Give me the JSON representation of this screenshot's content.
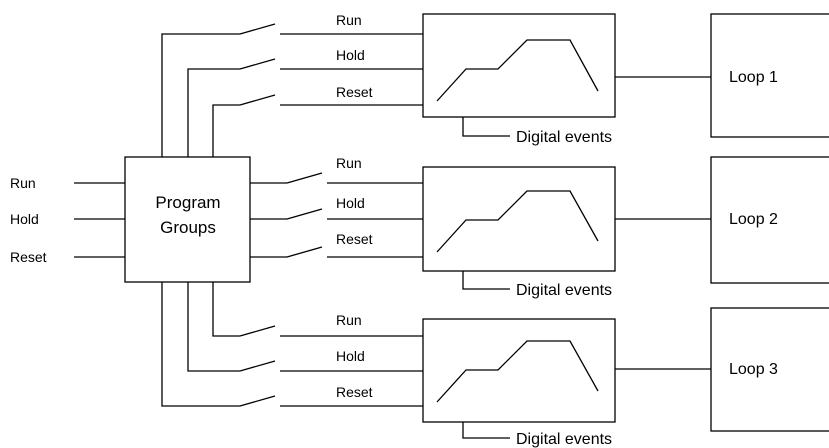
{
  "inputs": [
    "Run",
    "Hold",
    "Reset"
  ],
  "program_groups_lines": [
    "Program",
    "Groups"
  ],
  "channels": [
    {
      "signals": [
        "Run",
        "Hold",
        "Reset"
      ],
      "events_label": "Digital events",
      "loop_label": "Loop 1"
    },
    {
      "signals": [
        "Run",
        "Hold",
        "Reset"
      ],
      "events_label": "Digital events",
      "loop_label": "Loop 2"
    },
    {
      "signals": [
        "Run",
        "Hold",
        "Reset"
      ],
      "events_label": "Digital events",
      "loop_label": "Loop 3"
    }
  ]
}
